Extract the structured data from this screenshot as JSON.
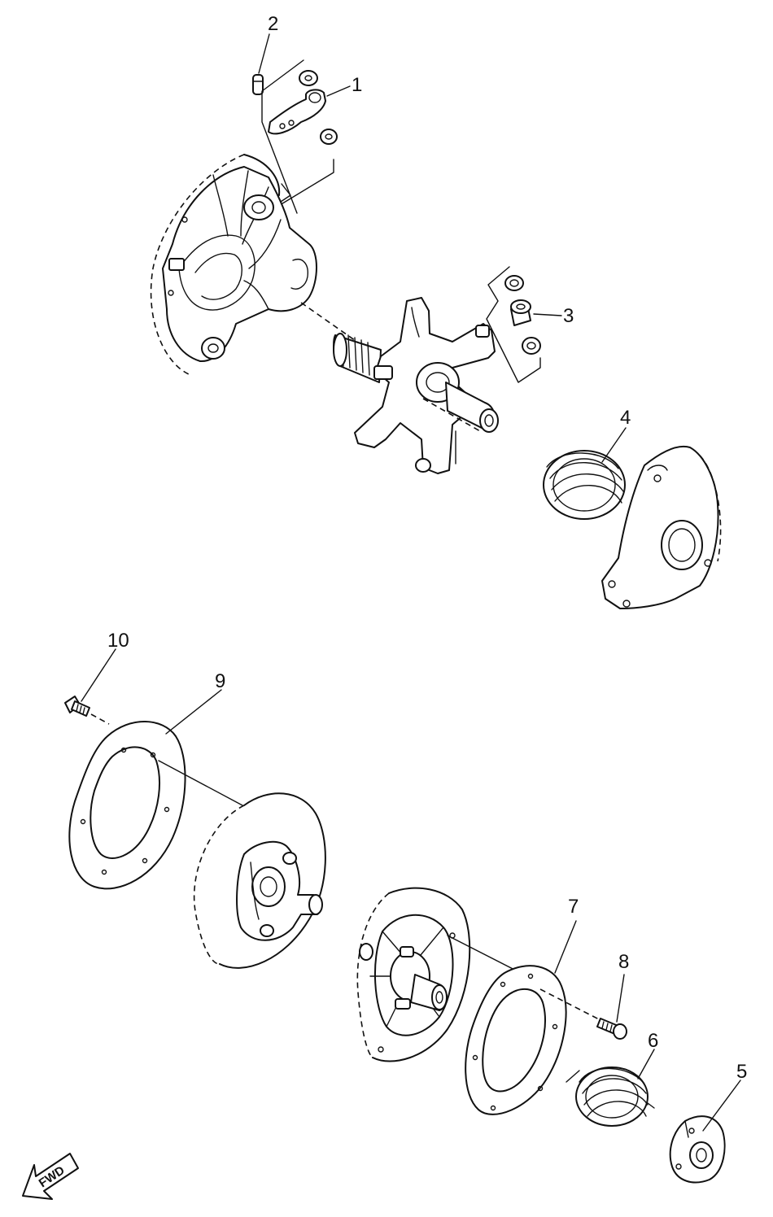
{
  "callouts": {
    "c1": "1",
    "c2": "2",
    "c3": "3",
    "c4": "4",
    "c5": "5",
    "c6": "6",
    "c7": "7",
    "c8": "8",
    "c9": "9",
    "c10": "10"
  },
  "fwd_label": "FWD",
  "colors": {
    "line": "#111111",
    "background": "#ffffff"
  }
}
